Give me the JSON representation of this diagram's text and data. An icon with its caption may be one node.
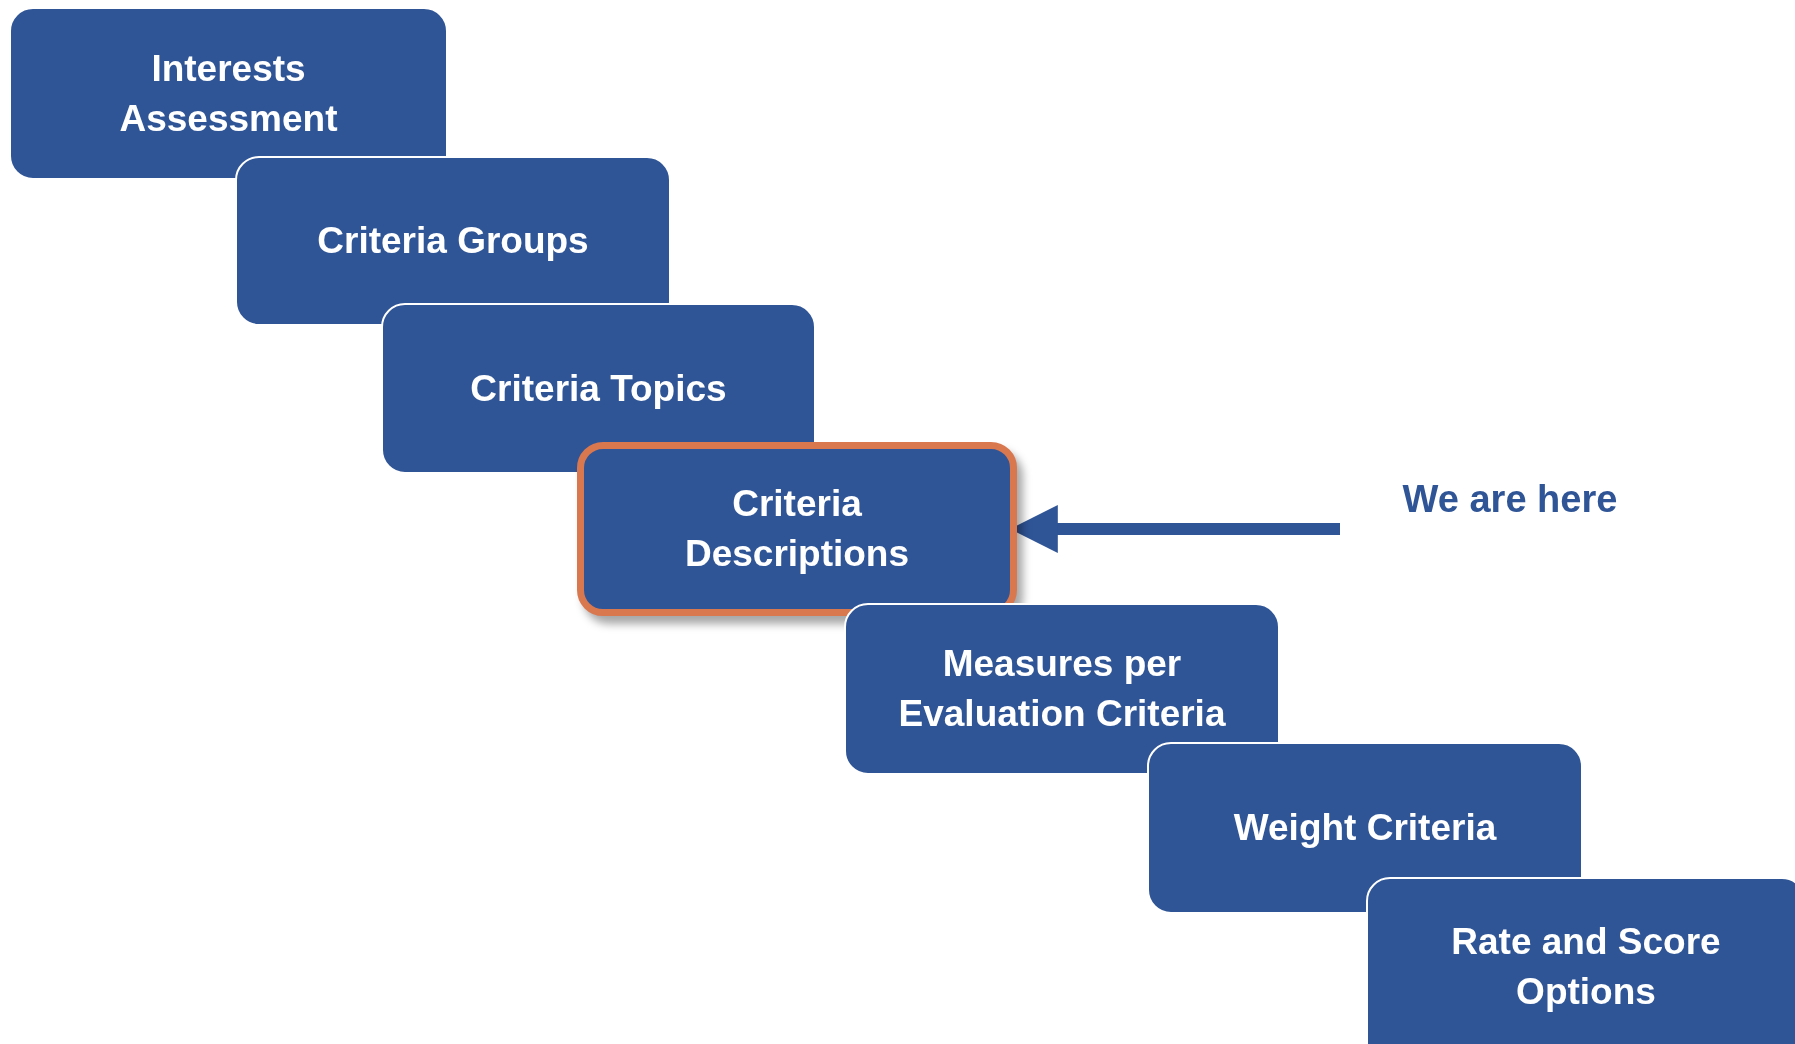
{
  "diagram": {
    "nodes": [
      {
        "text": [
          "Interests Assessment"
        ]
      },
      {
        "text": [
          "Criteria Groups"
        ]
      },
      {
        "text": [
          "Criteria Topics"
        ]
      },
      {
        "text": [
          "Criteria Descriptions"
        ]
      },
      {
        "text": [
          "Measures per Evaluation Criteria"
        ]
      },
      {
        "text": [
          "Weight Criteria"
        ]
      },
      {
        "text": [
          "Rate and Score Options"
        ]
      },
      {
        "text": [
          "We are here"
        ]
      }
    ],
    "edges": [
      {
        "from": 7,
        "to": 3,
        "arrow": "to"
      }
    ]
  }
}
